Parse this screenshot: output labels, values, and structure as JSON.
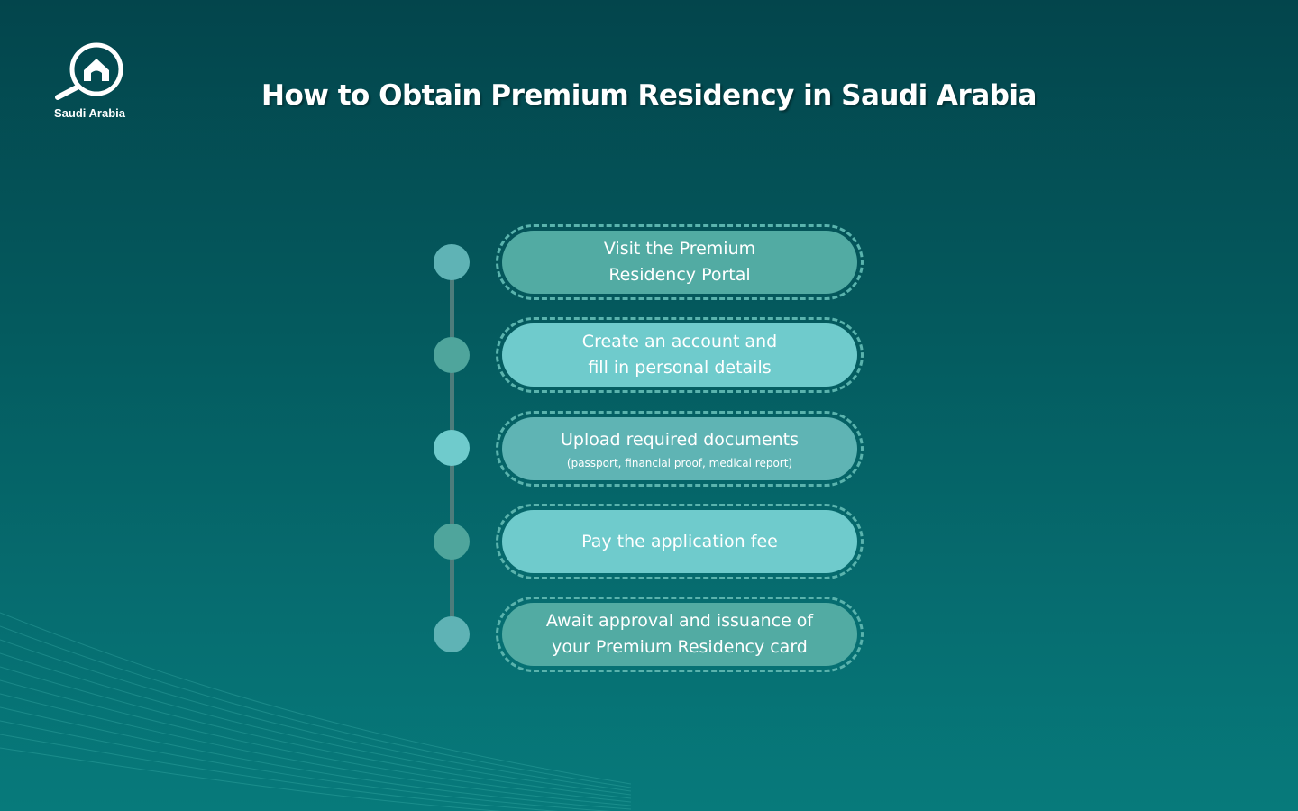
{
  "logo": {
    "icon": "magnifier-house-icon",
    "label": "Saudi Arabia"
  },
  "title": "How to Obtain Premium Residency in Saudi Arabia",
  "colors": {
    "background_top": "#03454c",
    "background_bottom": "#077a7b",
    "step_dark": "#52aba3",
    "step_light": "#6fcbcc",
    "step_mid": "#5fb4b4",
    "dashed_border": "#5ab3ad",
    "timeline_line": "#4d7c7b"
  },
  "steps": [
    {
      "title": "Visit the Premium\nResidency Portal",
      "subtitle": "",
      "dot_color": "#5fb3b5",
      "fill": "#52aba3"
    },
    {
      "title": "Create an account and\nfill in personal details",
      "subtitle": "",
      "dot_color": "#4fa59c",
      "fill": "#6fcbcc"
    },
    {
      "title": "Upload required documents",
      "subtitle": "(passport, financial proof, medical report)",
      "dot_color": "#6fcbcc",
      "fill": "#5fb4b4"
    },
    {
      "title": "Pay the application fee",
      "subtitle": "",
      "dot_color": "#4fa59c",
      "fill": "#6fcbcc"
    },
    {
      "title": "Await approval and issuance of\nyour Premium Residency card",
      "subtitle": "",
      "dot_color": "#5fb3b5",
      "fill": "#52aba3"
    }
  ]
}
